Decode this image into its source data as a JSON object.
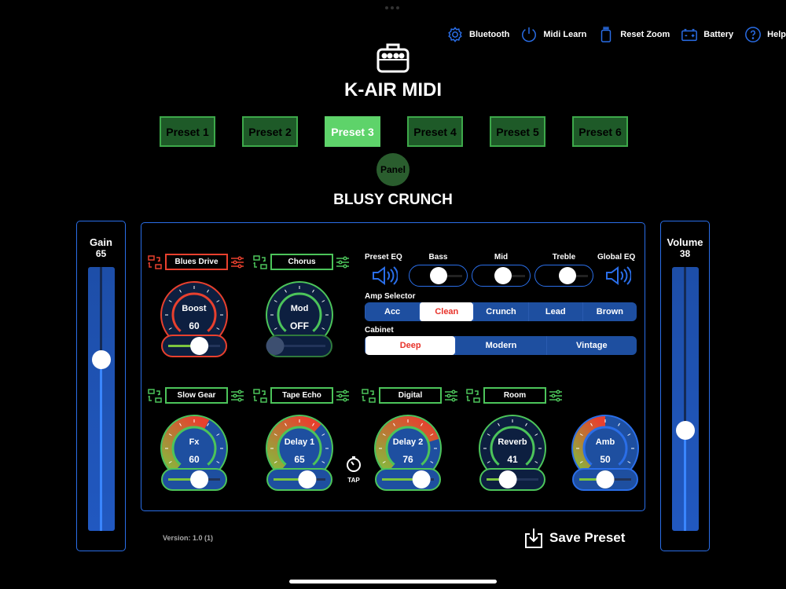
{
  "toolbar": {
    "items": [
      {
        "label": "Bluetooth",
        "icon": "gear-icon"
      },
      {
        "label": "Midi Learn",
        "icon": "power-icon"
      },
      {
        "label": "Reset Zoom",
        "icon": "jar-icon"
      },
      {
        "label": "Battery",
        "icon": "battery-icon"
      },
      {
        "label": "Help",
        "icon": "help-icon"
      }
    ]
  },
  "app_title": "K-AIR MIDI",
  "presets": [
    {
      "label": "Preset 1"
    },
    {
      "label": "Preset 2"
    },
    {
      "label": "Preset 3",
      "active": true
    },
    {
      "label": "Preset 4"
    },
    {
      "label": "Preset 5"
    },
    {
      "label": "Preset 6"
    }
  ],
  "panel_label": "Panel",
  "preset_name": "BLUSY CRUNCH",
  "gain": {
    "label": "Gain",
    "value": "65",
    "level": 0.65
  },
  "volume": {
    "label": "Volume",
    "value": "38",
    "level": 0.38
  },
  "colors": {
    "accent": "#2a6ee8",
    "red": "#e8402e",
    "green": "#4cc45a",
    "navy": "#0d1f40",
    "blue": "#1e4fa0"
  },
  "effects": [
    {
      "name": "Blues Drive",
      "knob": "Boost",
      "value": "60",
      "level": 0.6,
      "style": "dark",
      "color": "#e8402e",
      "on": true
    },
    {
      "name": "Chorus",
      "knob": "Mod",
      "value": "OFF",
      "level": 0,
      "style": "dark",
      "color": "#4cc45a",
      "on": false
    },
    {
      "name": "Slow Gear",
      "knob": "Fx",
      "value": "60",
      "level": 0.6,
      "style": "grad",
      "color": "#4cc45a",
      "on": true
    },
    {
      "name": "Tape Echo",
      "knob": "Delay 1",
      "value": "65",
      "level": 0.65,
      "style": "grad",
      "color": "#4cc45a",
      "on": true
    },
    {
      "name": "Digital",
      "knob": "Delay 2",
      "value": "76",
      "level": 0.76,
      "style": "grad",
      "color": "#4cc45a",
      "on": true
    },
    {
      "name": "Room",
      "knob": "Reverb",
      "value": "41",
      "level": 0.41,
      "style": "dark",
      "color": "#4cc45a",
      "on": true
    },
    {
      "name": null,
      "knob": "Amb",
      "value": "50",
      "level": 0.5,
      "style": "grad",
      "color": "#2a6ee8",
      "on": true
    }
  ],
  "tap_label": "TAP",
  "eq": {
    "preset_label": "Preset EQ",
    "global_label": "Global EQ",
    "bands": [
      {
        "label": "Bass",
        "level": 0.4
      },
      {
        "label": "Mid",
        "level": 0.45
      },
      {
        "label": "Treble",
        "level": 0.5
      }
    ]
  },
  "amp_selector": {
    "label": "Amp Selector",
    "options": [
      "Acc",
      "Clean",
      "Crunch",
      "Lead",
      "Brown"
    ],
    "selected": 1
  },
  "cabinet": {
    "label": "Cabinet",
    "options": [
      "Deep",
      "Modern",
      "Vintage"
    ],
    "selected": 0
  },
  "version": "Version: 1.0 (1)",
  "save_label": "Save Preset"
}
